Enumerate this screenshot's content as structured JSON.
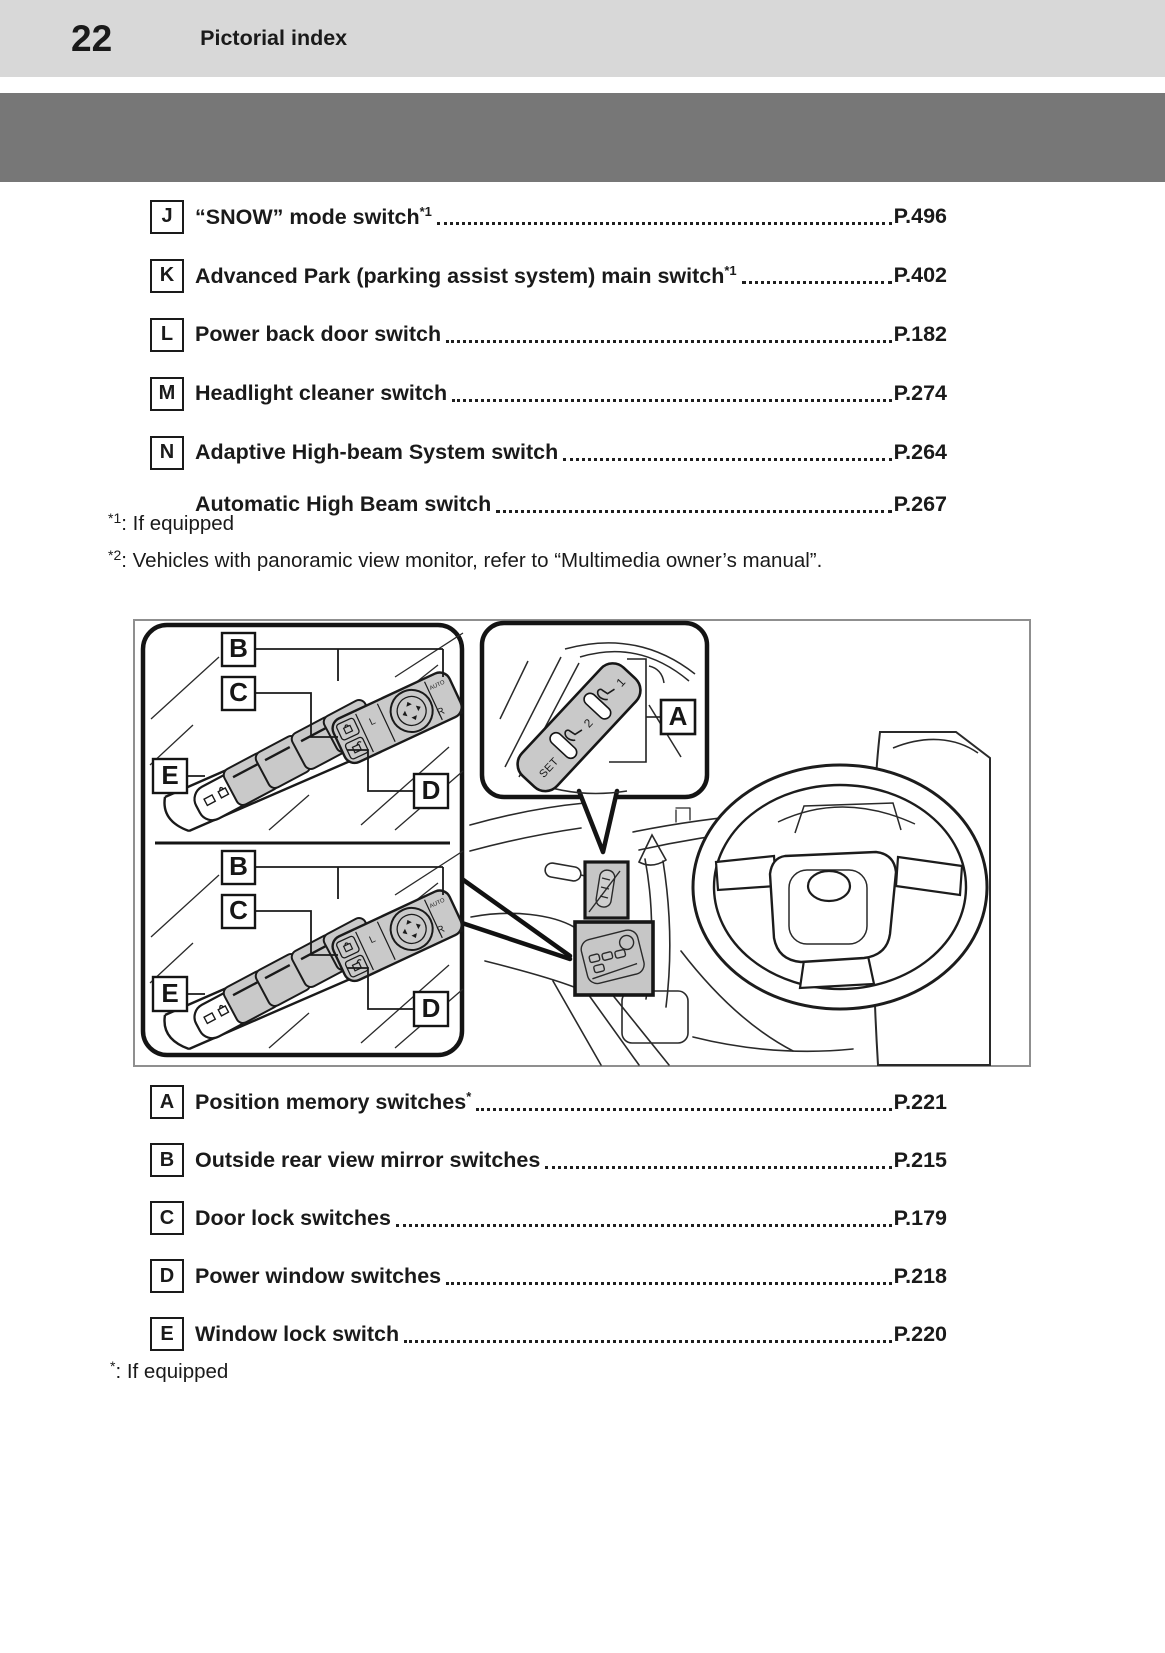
{
  "header": {
    "page_number": "22",
    "title": "Pictorial index"
  },
  "index_top": {
    "items": [
      {
        "letter": "J",
        "label": "“SNOW” mode switch",
        "sup": "*1",
        "page": "P.496"
      },
      {
        "letter": "K",
        "label": "Advanced Park (parking assist system) main switch",
        "sup": "*1",
        "page": "P.402"
      },
      {
        "letter": "L",
        "label": "Power back door switch",
        "sup": "",
        "page": "P.182"
      },
      {
        "letter": "M",
        "label": "Headlight cleaner switch",
        "sup": "",
        "page": "P.274"
      },
      {
        "letter": "N",
        "label": "Adaptive High-beam System switch",
        "sup": "",
        "page": "P.264"
      },
      {
        "letter": "",
        "label": "Automatic High Beam switch",
        "sup": "",
        "page": "P.267"
      }
    ],
    "footnotes": [
      {
        "marker": "*1",
        "text": ": If equipped"
      },
      {
        "marker": "*2",
        "text": ": Vehicles with panoramic view monitor, refer to “Multimedia owner’s manual”."
      }
    ]
  },
  "index_bottom": {
    "items": [
      {
        "letter": "A",
        "label": "Position memory switches",
        "sup": "*",
        "page": "P.221"
      },
      {
        "letter": "B",
        "label": "Outside rear view mirror switches",
        "sup": "",
        "page": "P.215"
      },
      {
        "letter": "C",
        "label": "Door lock switches",
        "sup": "",
        "page": "P.179"
      },
      {
        "letter": "D",
        "label": "Power window switches",
        "sup": "",
        "page": "P.218"
      },
      {
        "letter": "E",
        "label": "Window lock switch",
        "sup": "",
        "page": "P.220"
      }
    ],
    "footnotes": [
      {
        "marker": "*",
        "text": ": If equipped"
      }
    ]
  },
  "diagram": {
    "labels": {
      "a": "A",
      "b": "B",
      "c": "C",
      "d": "D",
      "e": "E"
    },
    "seat_memory": {
      "one": "1",
      "two": "2",
      "set": "SET"
    },
    "mirror_cluster": {
      "l": "L",
      "r": "R",
      "auto": "AUTO"
    },
    "colors": {
      "switch_gray": "#c9c9c9",
      "callout_gray": "#c6c6c6",
      "border_gray": "#8f8f8f",
      "banner_gray": "#777777",
      "header_gray": "#d8d8d8"
    }
  }
}
